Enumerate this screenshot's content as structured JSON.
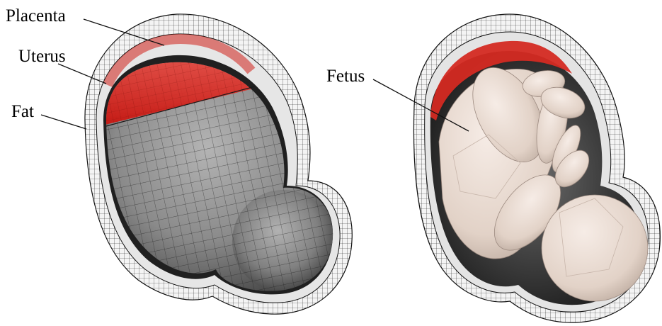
{
  "labels": {
    "placenta": "Placenta",
    "uterus": "Uterus",
    "fat": "Fat",
    "fetus": "Fetus"
  },
  "colors": {
    "placenta": "#d42a22",
    "uterus_mesh": "#6e6e6e",
    "fat_layer": "#f2f2f2",
    "mesh_lines": "#1a1a1a",
    "fetus": "#eadcd2"
  }
}
